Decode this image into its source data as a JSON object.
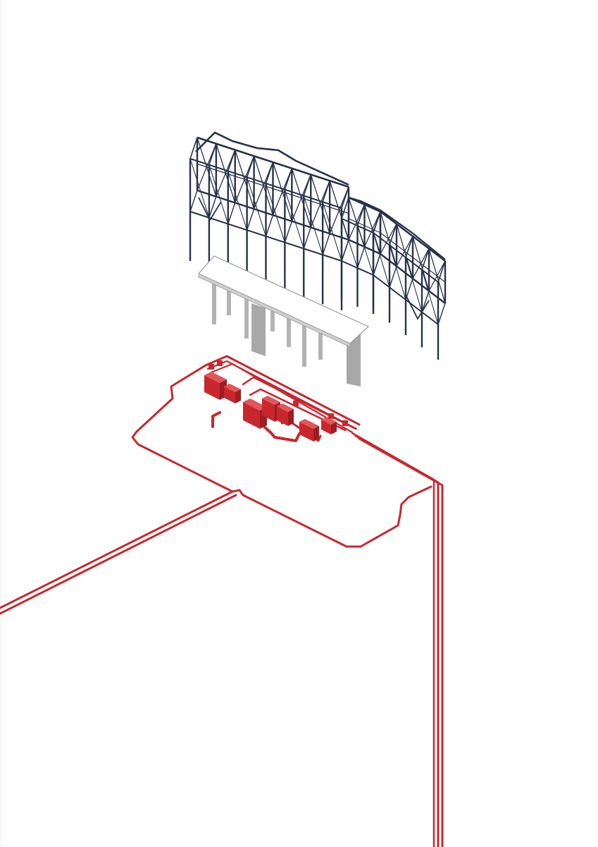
{
  "layers": [
    {
      "id": "steel-frame",
      "color": "#27324a"
    },
    {
      "id": "slab-and-columns",
      "color": "#b3b3b3"
    },
    {
      "id": "piping-system",
      "color": "#c8272d"
    }
  ]
}
